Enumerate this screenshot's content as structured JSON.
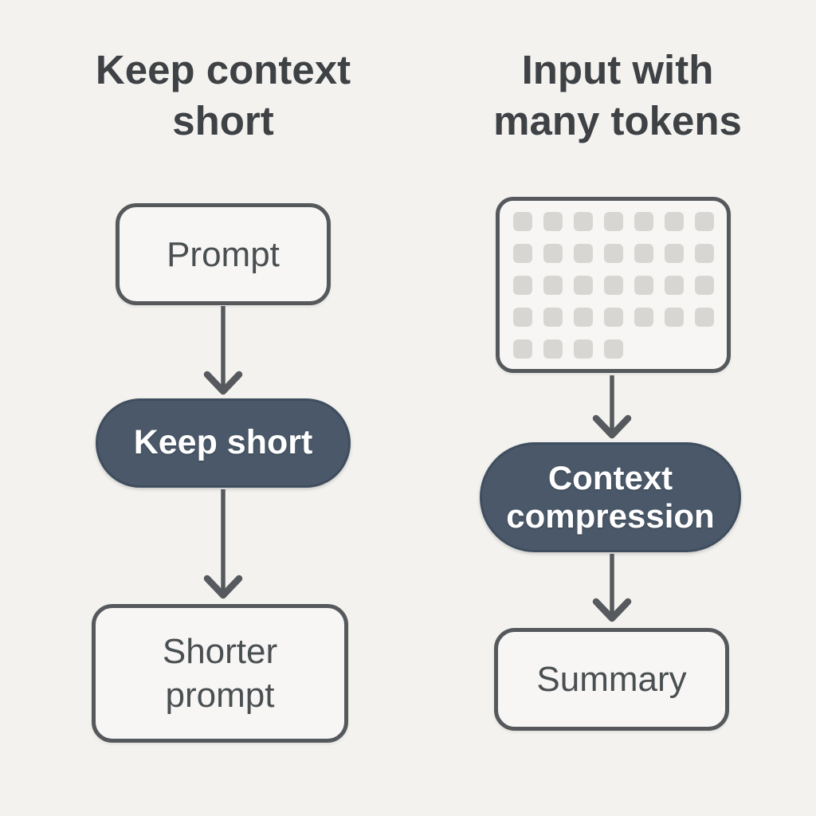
{
  "colors": {
    "background": "#f3f2ef",
    "box_fill": "#f7f6f4",
    "outline_ink": "#55595c",
    "title_ink": "#3e4245",
    "label_ink": "#4a4f52",
    "pill_fill": "#4a5869",
    "pill_text": "#ffffff",
    "token_fill": "#d7d6d3"
  },
  "left_column": {
    "title": {
      "line1": "Keep context",
      "line2": "short"
    },
    "input_box": {
      "label": "Prompt"
    },
    "process_pill": {
      "label": "Keep short"
    },
    "output_box": {
      "line1": "Shorter",
      "line2": "prompt"
    }
  },
  "right_column": {
    "title": {
      "line1": "Input with",
      "line2": "many tokens"
    },
    "token_box": {
      "rows": [
        7,
        7,
        7,
        7,
        4
      ],
      "token_count": 32
    },
    "process_pill": {
      "line1": "Context",
      "line2": "compression"
    },
    "output_box": {
      "label": "Summary"
    }
  }
}
